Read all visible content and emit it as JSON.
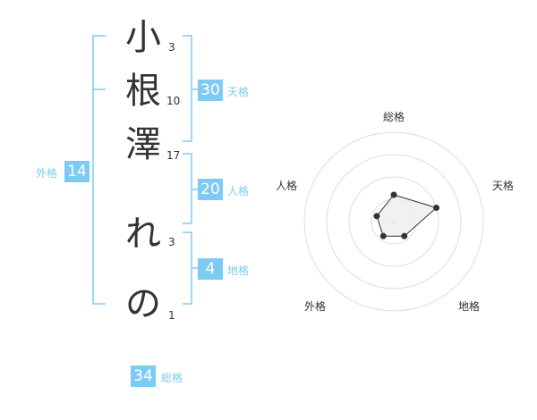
{
  "name": {
    "chars": [
      {
        "char": "小",
        "strokes": "3"
      },
      {
        "char": "根",
        "strokes": "10"
      },
      {
        "char": "澤",
        "strokes": "17"
      },
      {
        "char": "れ",
        "strokes": "3"
      },
      {
        "char": "の",
        "strokes": "1"
      }
    ]
  },
  "fortune": {
    "tenkaku": {
      "value": "30",
      "label": "天格"
    },
    "jinkaku": {
      "value": "20",
      "label": "人格"
    },
    "chikaku": {
      "value": "4",
      "label": "地格"
    },
    "gaikaku": {
      "value": "14",
      "label": "外格"
    },
    "soukaku": {
      "value": "34",
      "label": "総格"
    }
  },
  "colors": {
    "accent": "#7dcbf5",
    "text": "#333333",
    "grid": "#dddddd",
    "polygon_fill": "#eeeeee"
  },
  "chart_data": {
    "type": "radar",
    "axes": [
      "総格",
      "天格",
      "地格",
      "外格",
      "人格"
    ],
    "values": [
      1.2,
      2.0,
      0.8,
      0.8,
      0.8
    ],
    "max": 4,
    "rings": 4
  }
}
